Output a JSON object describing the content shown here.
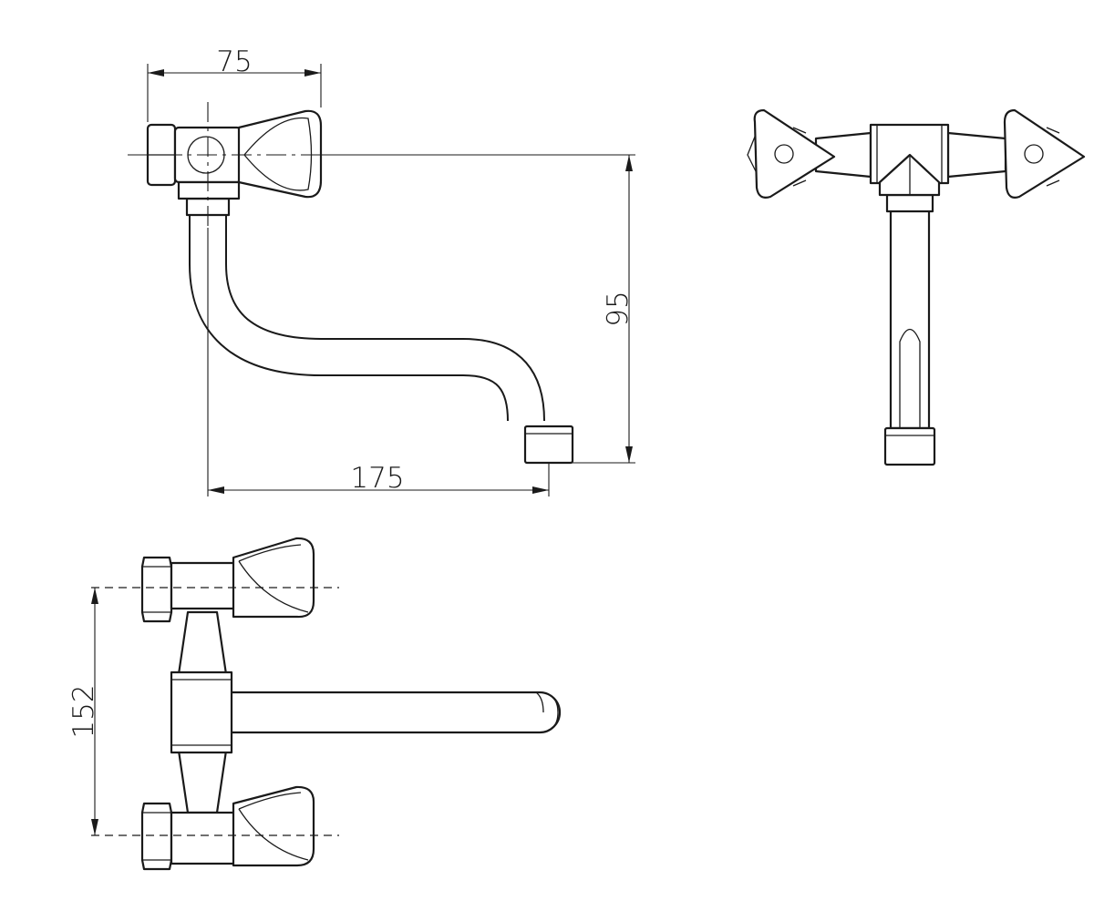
{
  "dimensions": {
    "top_width": "75",
    "drop_height": "95",
    "spout_reach": "175",
    "center_spacing": "152"
  },
  "colors": {
    "line": "#1a1a1a",
    "background": "#ffffff"
  }
}
